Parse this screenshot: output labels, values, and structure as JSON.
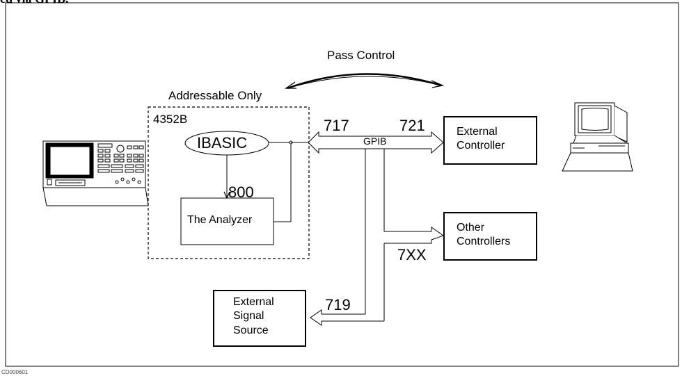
{
  "header_fragment": "ed via GPIB.",
  "pass_control": "Pass Control",
  "addressable_only": "Addressable Only",
  "model": "4352B",
  "ibasic": "IBASIC",
  "analyzer": "The Analyzer",
  "gpib": "GPIB",
  "addresses": {
    "a717": "717",
    "a721": "721",
    "a800": "800",
    "a7xx": "7XX",
    "a719": "719"
  },
  "external_controller": "External\nController",
  "other_controllers": "Other\nControllers",
  "signal_source": "External\nSignal\nSource",
  "figure_id": "CD000601",
  "icons": {
    "instrument": "network-analyzer-icon",
    "computer": "desktop-computer-icon"
  }
}
